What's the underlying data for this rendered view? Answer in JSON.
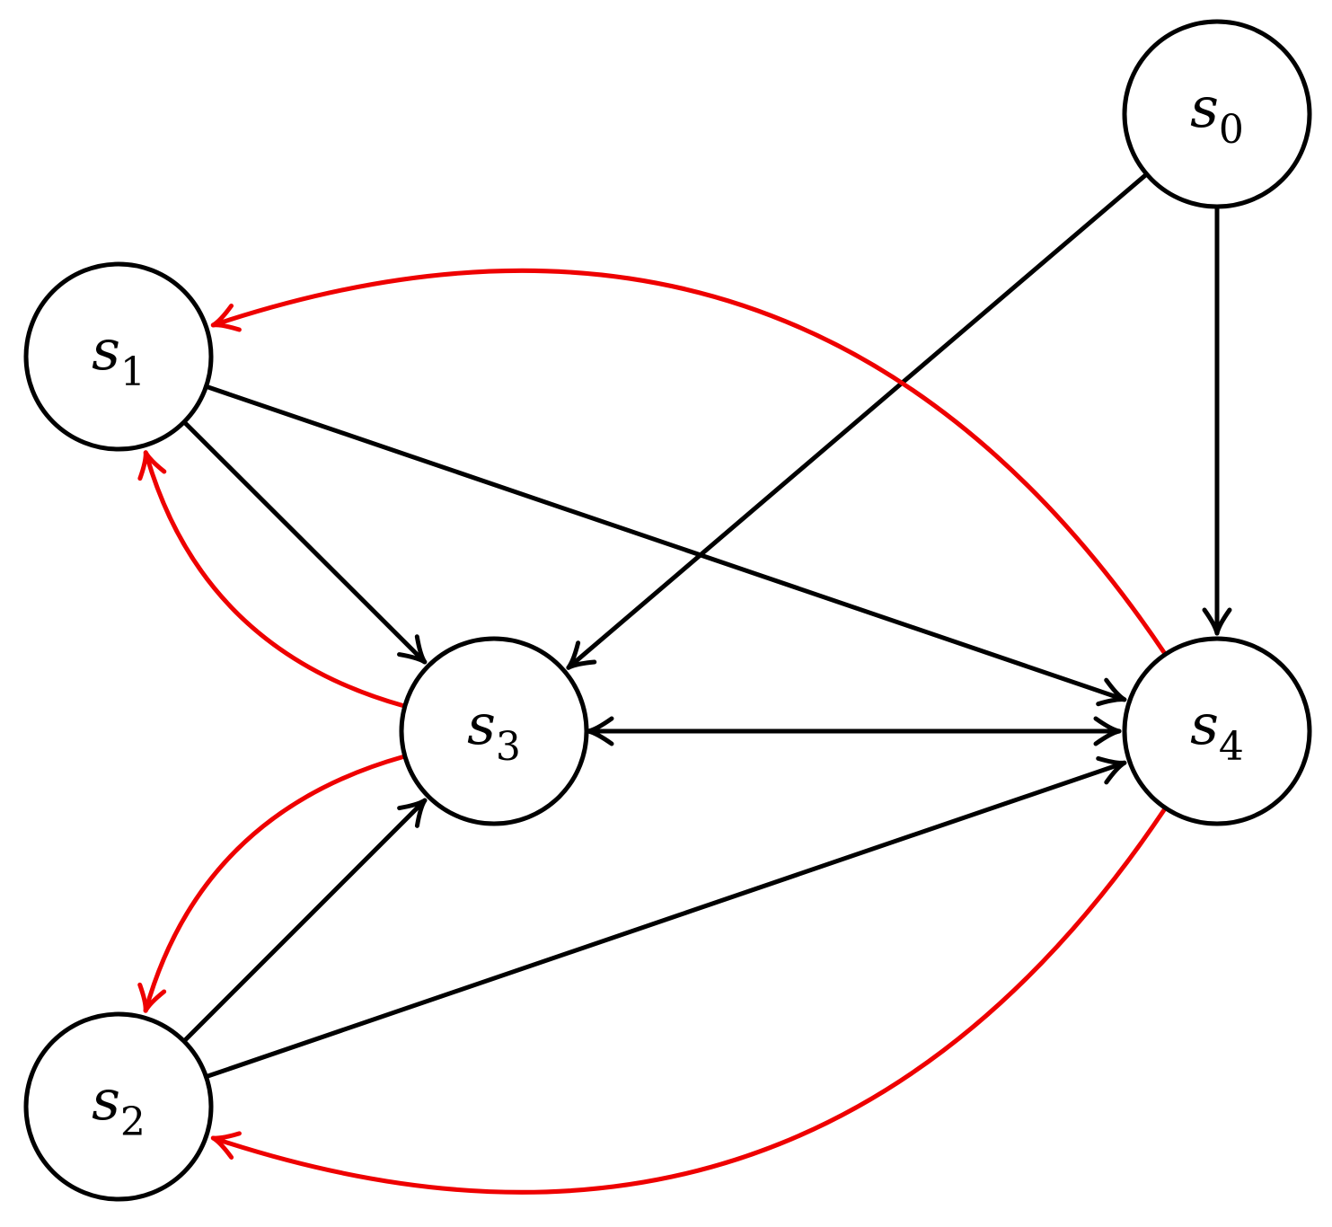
{
  "diagram": {
    "colors": {
      "stroke": "#000000",
      "highlight": "#ee0000",
      "background": "#ffffff"
    },
    "nodes": [
      {
        "id": "s0",
        "base": "s",
        "sub": "0"
      },
      {
        "id": "s1",
        "base": "s",
        "sub": "1"
      },
      {
        "id": "s2",
        "base": "s",
        "sub": "2"
      },
      {
        "id": "s3",
        "base": "s",
        "sub": "3"
      },
      {
        "id": "s4",
        "base": "s",
        "sub": "4"
      }
    ],
    "edges": [
      {
        "from": "s0",
        "to": "s3",
        "color": "black",
        "arrow": "end"
      },
      {
        "from": "s0",
        "to": "s4",
        "color": "black",
        "arrow": "end"
      },
      {
        "from": "s1",
        "to": "s3",
        "color": "black",
        "arrow": "end"
      },
      {
        "from": "s1",
        "to": "s4",
        "color": "black",
        "arrow": "end"
      },
      {
        "from": "s2",
        "to": "s3",
        "color": "black",
        "arrow": "end"
      },
      {
        "from": "s2",
        "to": "s4",
        "color": "black",
        "arrow": "end"
      },
      {
        "from": "s3",
        "to": "s4",
        "color": "black",
        "arrow": "both"
      },
      {
        "from": "s4",
        "to": "s1",
        "color": "red",
        "arrow": "end"
      },
      {
        "from": "s4",
        "to": "s2",
        "color": "red",
        "arrow": "end"
      },
      {
        "from": "s3",
        "to": "s1",
        "color": "red",
        "arrow": "end"
      },
      {
        "from": "s3",
        "to": "s2",
        "color": "red",
        "arrow": "end"
      }
    ]
  }
}
